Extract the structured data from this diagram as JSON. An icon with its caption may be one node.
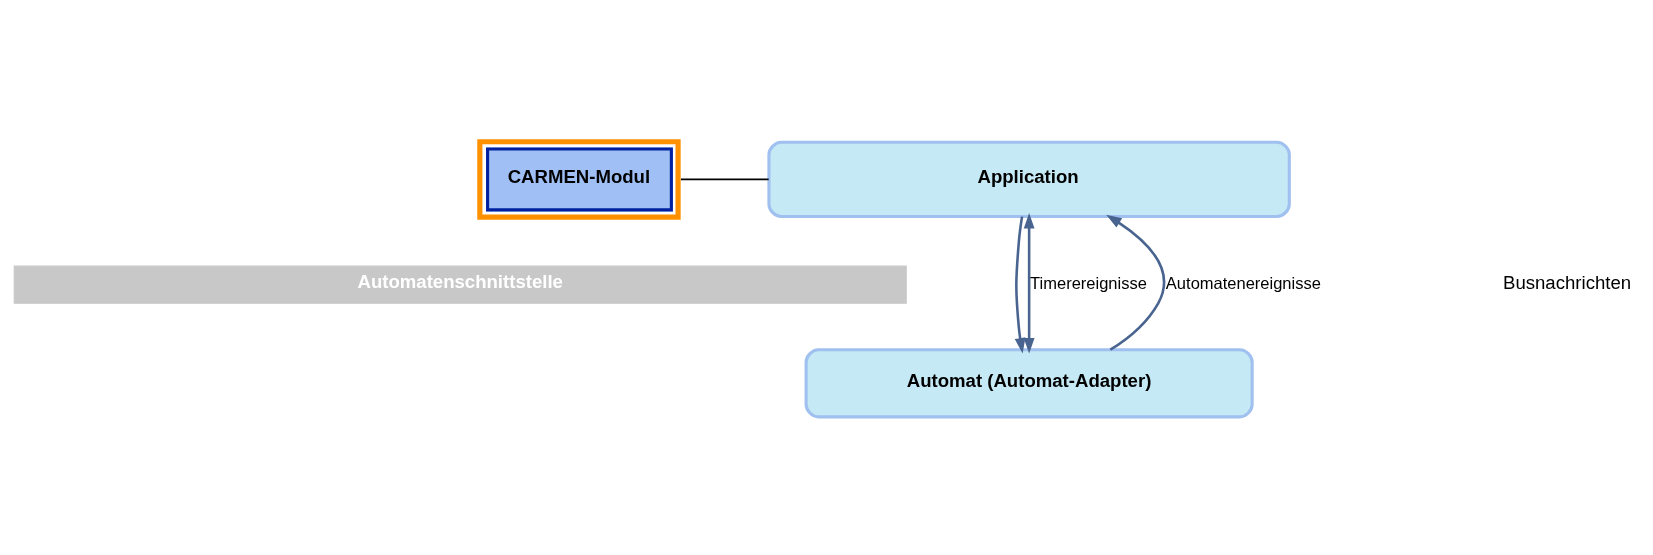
{
  "diagram": {
    "nodes": [
      {
        "text": [
          "CARMEN-Modul"
        ]
      },
      {
        "text": [
          "Application"
        ]
      },
      {
        "text": [
          "Automatenschnittstelle"
        ]
      },
      {
        "text": [
          "Automat (Automat-Adapter)"
        ]
      }
    ],
    "edges": [
      {
        "from": 1,
        "to": 0,
        "arrow": "none",
        "color": "#000000"
      },
      {
        "from": 3,
        "to": 1,
        "arrow": "both",
        "label": "Timerereignisse"
      },
      {
        "from": 1,
        "to": 3,
        "arrow": "to"
      },
      {
        "from": 3,
        "to": 1,
        "arrow": "to",
        "label": "Automatenereignisse"
      }
    ],
    "labels": [
      "Busnachrichten"
    ]
  }
}
